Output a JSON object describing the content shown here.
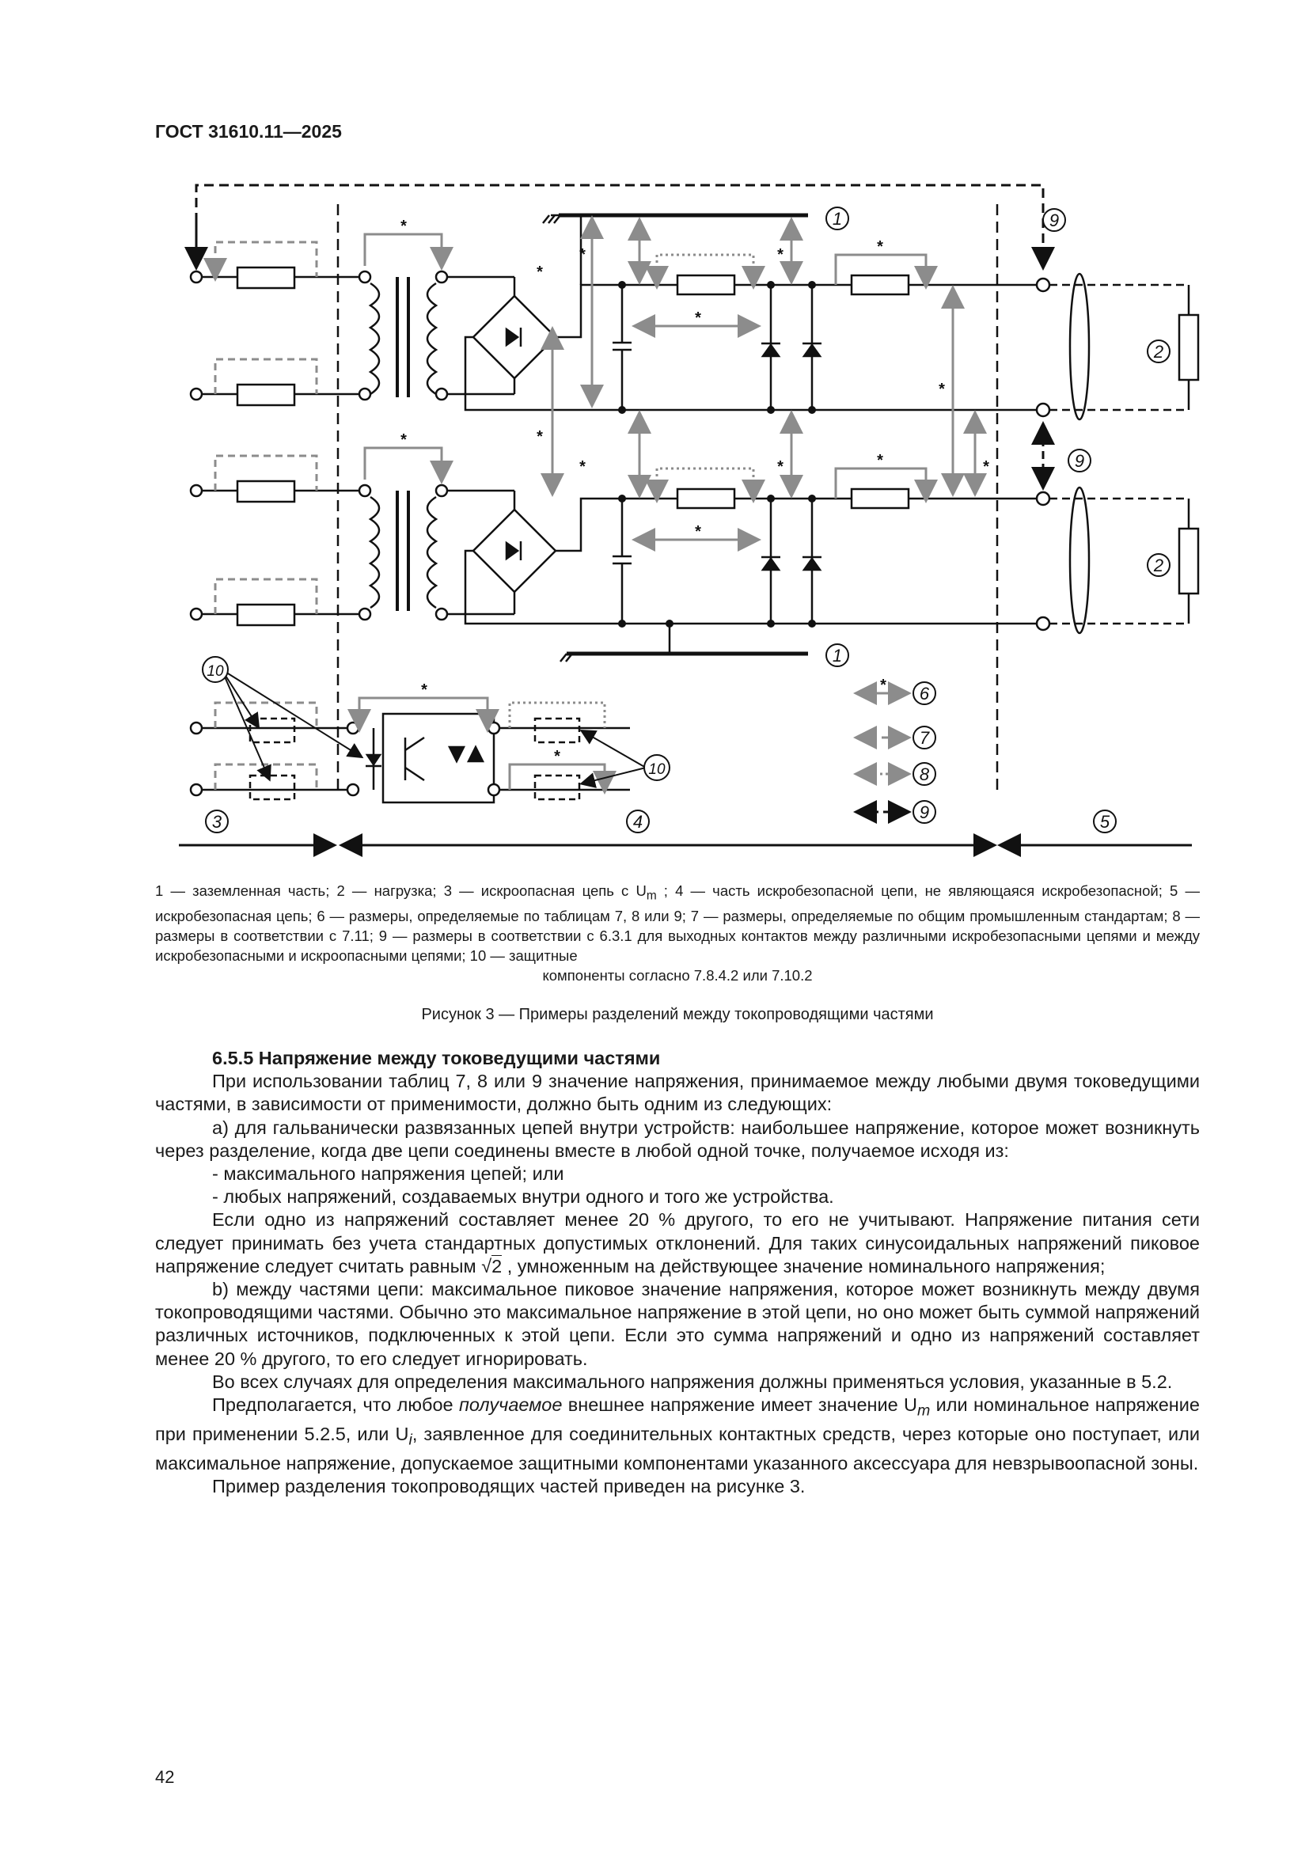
{
  "header": {
    "standard": "ГОСТ 31610.11—2025"
  },
  "figure": {
    "callouts": [
      "1",
      "2",
      "3",
      "4",
      "5",
      "6",
      "7",
      "8",
      "9",
      "10"
    ],
    "star": "*"
  },
  "legend": {
    "p1": "1 — заземленная часть; 2 — нагрузка; 3 — искроопасная цепь с U",
    "p1_sub": "m",
    "p2": " ; 4 — часть искробезопасной цепи, не являющаяся искробезопасной; 5 — искробезопасная цепь; 6 — размеры, определяемые по таблицам 7, 8 или 9; 7 — размеры, определяемые по общим промышленным стандартам; 8 — размеры в соответствии с 7.11; 9 — размеры в соответствии с 6.3.1 для выходных контактов между различными искробезопасными цепями и между искробезопасными и искроопасными цепями; 10 — защитные",
    "p3": "компоненты согласно 7.8.4.2 или 7.10.2"
  },
  "figure_title": "Рисунок 3 — Примеры разделений между токопроводящими частями",
  "section": {
    "heading": "6.5.5 Напряжение между токоведущими частями",
    "p1": "При использовании таблиц 7, 8 или 9 значение напряжения, принимаемое между любыми двумя токоведущими частями, в зависимости от применимости, должно быть одним из следующих:",
    "p2": "a) для гальванически развязанных цепей внутри устройств: наибольшее напряжение, которое может возникнуть через разделение, когда две цепи соединены вместе в любой одной точке, получаемое исходя из:",
    "d1": "- максимального напряжения цепей; или",
    "d2": "- любых напряжений, создаваемых внутри одного и того же устройства.",
    "p3a": "Если одно из напряжений составляет менее 20 % другого, то его не учитывают. Напряжение питания сети следует принимать без учета стандартных допустимых отклонений. Для таких синусоидальных напряжений пиковое напряжение следует считать равным ",
    "p3_sqrt": "2",
    "p3b": ", умноженным на действующее значение номинального напряжения;",
    "p4": "b) между частями цепи: максимальное пиковое значение напряжения, которое может возникнуть между двумя токопроводящими частями. Обычно это максимальное напряжение в этой цепи, но оно может быть суммой напряжений различных источников, подключенных к этой цепи. Если это сумма напряжений и одно из напряжений составляет менее 20 % другого, то его следует игнорировать.",
    "p5": "Во всех случаях для определения максимального напряжения должны применяться условия, указанные в 5.2.",
    "p6a": "Предполагается, что любое ",
    "p6_em": "получаемое",
    "p6b": " внешнее напряжение имеет значение U",
    "p6_sub": "m",
    "p6c": " или номинальное напряжение при применении 5.2.5, или U",
    "p6_sub2": "i",
    "p6d": ", заявленное для соединительных контактных средств, через которые оно поступает, или максимальное напряжение, допускаемое защитными компонентами указанного аксессуара для невзрывоопасной зоны.",
    "p7": "Пример разделения токопроводящих частей приведен на рисунке 3."
  },
  "page_number": "42"
}
